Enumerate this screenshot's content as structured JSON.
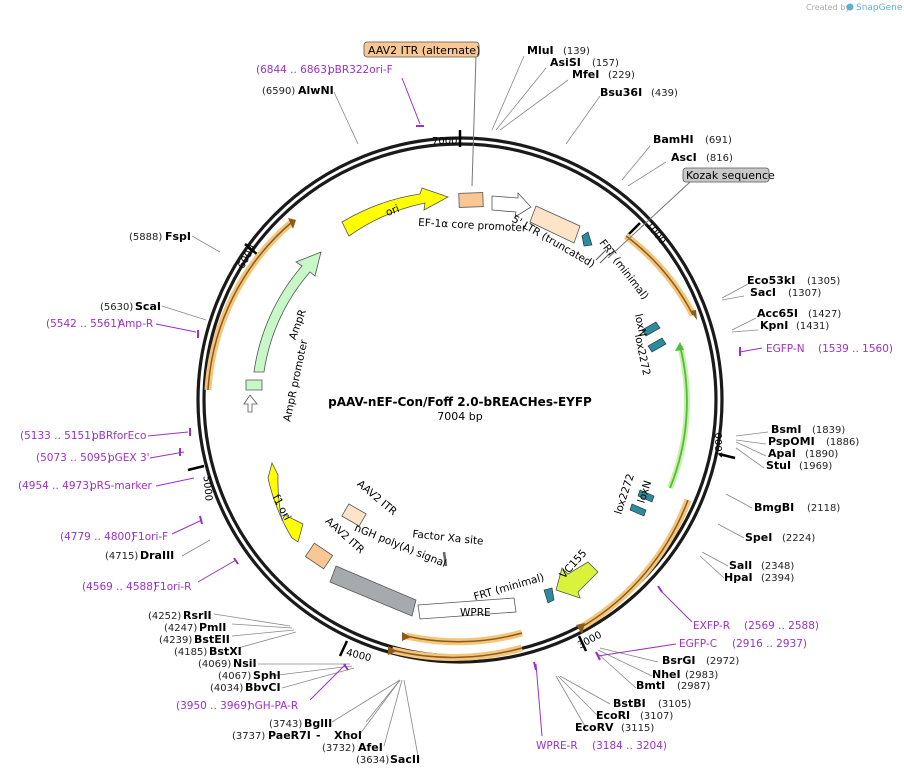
{
  "credit": {
    "prefix": "Created by",
    "brand": "SnapGene"
  },
  "plasmid": {
    "name": "pAAV-nEF-Con/Foff 2.0-bREACHes-EYFP",
    "size": "7004 bp"
  },
  "ticks": [
    "1000",
    "2000",
    "3000",
    "4000",
    "5000",
    "6000",
    "7000"
  ],
  "colors": {
    "site_label": "#000000",
    "primer": "#9b30c8",
    "ori": "#ffff00",
    "ampr": "#c8f7c8",
    "itr": "#f9c794",
    "ltr": "#fde3c8",
    "frt": "#2c8b9e",
    "vc155": "#d9f23c",
    "cds_band": "#f4c67c",
    "cds_arrow": "#8b5a1f",
    "egfp_n_arrow": "#4fbf3a",
    "polyA": "#a6a9ae",
    "kozak_box": "#c8c8c8"
  },
  "sites": [
    {
      "name": "MluI",
      "pos": "(139)"
    },
    {
      "name": "AsiSI",
      "pos": "(157)"
    },
    {
      "name": "MfeI",
      "pos": "(229)"
    },
    {
      "name": "Bsu36I",
      "pos": "(439)"
    },
    {
      "name": "BamHI",
      "pos": "(691)"
    },
    {
      "name": "AscI",
      "pos": "(816)"
    },
    {
      "name": "Eco53kI",
      "pos": "(1305)"
    },
    {
      "name": "SacI",
      "pos": "(1307)"
    },
    {
      "name": "Acc65I",
      "pos": "(1427)"
    },
    {
      "name": "KpnI",
      "pos": "(1431)"
    },
    {
      "name": "BsmI",
      "pos": "(1839)"
    },
    {
      "name": "PspOMI",
      "pos": "(1886)"
    },
    {
      "name": "ApaI",
      "pos": "(1890)"
    },
    {
      "name": "StuI",
      "pos": "(1969)"
    },
    {
      "name": "BmgBI",
      "pos": "(2118)"
    },
    {
      "name": "SpeI",
      "pos": "(2224)"
    },
    {
      "name": "SalI",
      "pos": "(2348)"
    },
    {
      "name": "HpaI",
      "pos": "(2394)"
    },
    {
      "name": "BsrGI",
      "pos": "(2972)"
    },
    {
      "name": "NheI",
      "pos": "(2983)"
    },
    {
      "name": "BmtI",
      "pos": "(2987)"
    },
    {
      "name": "BstBI",
      "pos": "(3105)"
    },
    {
      "name": "EcoRI",
      "pos": "(3107)"
    },
    {
      "name": "EcoRV",
      "pos": "(3115)"
    },
    {
      "name": "SacII",
      "pos": "(3634)"
    },
    {
      "name": "AfeI",
      "pos": "(3732)"
    },
    {
      "name": "XhoI",
      "pos": "(3737)"
    },
    {
      "name": "PaeR7I",
      "pos": "(3737)"
    },
    {
      "name": "BglII",
      "pos": "(3743)"
    },
    {
      "name": "BbvCI",
      "pos": "(4034)"
    },
    {
      "name": "SphI",
      "pos": "(4067)"
    },
    {
      "name": "NsiI",
      "pos": "(4069)"
    },
    {
      "name": "BstXI",
      "pos": "(4185)"
    },
    {
      "name": "BstEII",
      "pos": "(4239)"
    },
    {
      "name": "PmlI",
      "pos": "(4247)"
    },
    {
      "name": "RsrII",
      "pos": "(4252)"
    },
    {
      "name": "DraIII",
      "pos": "(4715)"
    },
    {
      "name": "ScaI",
      "pos": "(5630)"
    },
    {
      "name": "FspI",
      "pos": "(5888)"
    },
    {
      "name": "AlwNI",
      "pos": "(6590)"
    }
  ],
  "primers": [
    {
      "name": "pBR322ori-F",
      "range": "(6844 .. 6863)"
    },
    {
      "name": "EGFP-N",
      "range": "(1539 .. 1560)"
    },
    {
      "name": "EXFP-R",
      "range": "(2569 .. 2588)"
    },
    {
      "name": "EGFP-C",
      "range": "(2916 .. 2937)"
    },
    {
      "name": "WPRE-R",
      "range": "(3184 .. 3204)"
    },
    {
      "name": "hGH-PA-R",
      "range": "(3950 .. 3969)"
    },
    {
      "name": "F1ori-R",
      "range": "(4569 .. 4588)"
    },
    {
      "name": "F1ori-F",
      "range": "(4779 .. 4800)"
    },
    {
      "name": "pRS-marker",
      "range": "(4954 .. 4973)"
    },
    {
      "name": "pGEX 3'",
      "range": "(5073 .. 5095)"
    },
    {
      "name": "pBRforEco",
      "range": "(5133 .. 5151)"
    },
    {
      "name": "Amp-R",
      "range": "(5542 .. 5561)"
    }
  ],
  "features": {
    "aav2_itr_alt": "AAV2 ITR (alternate)",
    "kozak": "Kozak sequence",
    "ef1a_core": "EF-1α core promoter",
    "ltr": "5' LTR (truncated)",
    "frt_min_top": "FRT (minimal)",
    "loxn_top": "loxN",
    "lox2272_top": "lox2272",
    "lox2272_bot": "lox2272",
    "loxn_bot": "loxN",
    "vc155": "VC155",
    "frt_min_bot": "FRT (minimal)",
    "wpre": "WPRE",
    "factor_xa": "Factor Xa site",
    "hgh_polya": "hGH poly(A) signal",
    "aav2_itr_a": "AAV2 ITR",
    "aav2_itr_b": "AAV2 ITR",
    "f1_ori": "f1 ori",
    "ampr_promoter": "AmpR promoter",
    "ampr": "AmpR",
    "ori": "ori"
  }
}
